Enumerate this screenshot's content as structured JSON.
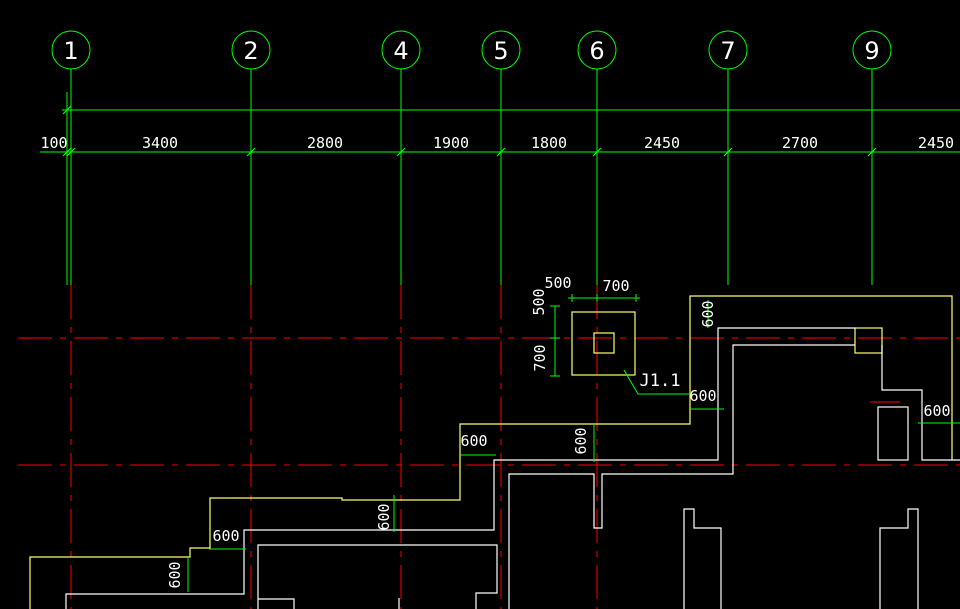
{
  "colors": {
    "background": "#000000",
    "axis_lines": "#00ff00",
    "center_lines": "#ff0000",
    "walls": "#ffffff",
    "footing": "#ffff66",
    "text": "#ffffff"
  },
  "axes": [
    {
      "label": "1"
    },
    {
      "label": "2"
    },
    {
      "label": "4"
    },
    {
      "label": "5"
    },
    {
      "label": "6"
    },
    {
      "label": "7"
    },
    {
      "label": "9"
    }
  ],
  "axis_spacings": [
    "100",
    "3400",
    "2800",
    "1900",
    "1800",
    "2450",
    "2700",
    "2450"
  ],
  "footing": {
    "tag": "J1.1",
    "dim_top_left": "500",
    "dim_top_right": "700",
    "dim_left_upper": "500",
    "dim_left_lower": "700"
  },
  "wall_dims": [
    "600",
    "600",
    "600",
    "600",
    "600",
    "600",
    "600",
    "600"
  ]
}
